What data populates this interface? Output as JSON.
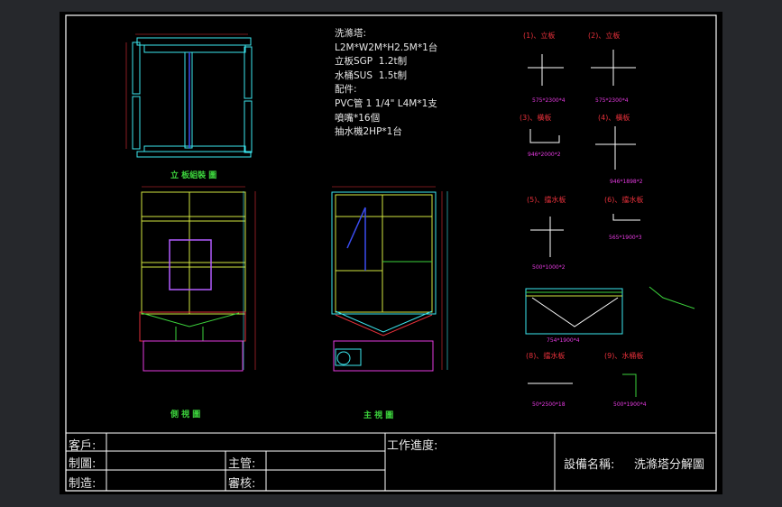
{
  "notes": {
    "title": "洗滌塔:",
    "lines": [
      "L2M*W2M*H2.5M*1台",
      "立板SGP  1.2t制",
      "水桶SUS  1.5t制",
      "配件:",
      "PVC管 1 1/4\" L4M*1支",
      "噴嘴*16個",
      "抽水機2HP*1台"
    ]
  },
  "captions": {
    "panel_assembly": "立 板組裝 圖",
    "side_view": "側 視 圖",
    "front_view": "主 視 圖"
  },
  "details": [
    {
      "title": "(1)、立板",
      "dims": "575*2300*4"
    },
    {
      "title": "(2)、立板",
      "dims": "575*2300*4"
    },
    {
      "title": "(3)、橫板",
      "dims": "946*2000*2"
    },
    {
      "title": "(4)、橫板",
      "dims": "946*1898*2"
    },
    {
      "title": "(5)、擋水板",
      "dims": "500*1000*2"
    },
    {
      "title": "(6)、擋水板",
      "dims": "565*1900*3"
    },
    {
      "title": "",
      "dims": "754*1900*4"
    },
    {
      "title": "(8)、擋水板",
      "dims": "50*2500*18"
    },
    {
      "title": "(9)、水桶板",
      "dims": "500*1900*4"
    }
  ],
  "title_block": {
    "customer_label": "客戶:",
    "drawn_label": "制圖:",
    "made_label": "制造:",
    "supervisor_label": "主管:",
    "review_label": "審核:",
    "progress_label": "工作進度:",
    "equipment_label": "設備名稱:",
    "equipment_name": "洗滌塔分解圖"
  },
  "colors": {
    "frame": "#ffffff",
    "panel": "#3ce8f0",
    "assembly": "#d2e640",
    "dimension": "#e5303a",
    "note": "#e53ae0",
    "pipe": "#3a4cf0",
    "caption": "#3cd23c"
  }
}
